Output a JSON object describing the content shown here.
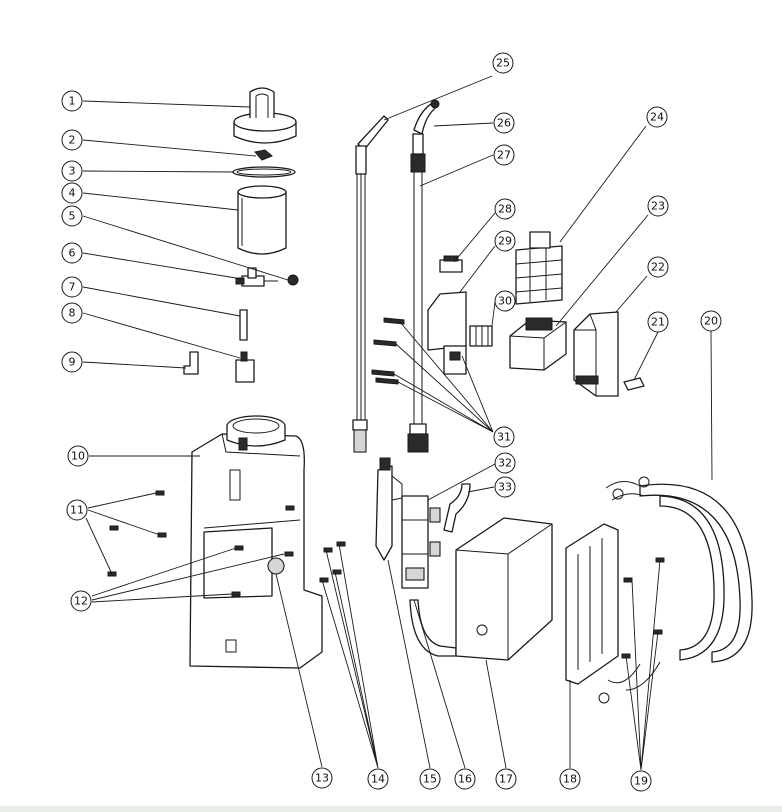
{
  "diagram": {
    "type": "exploded-parts-view",
    "callouts": [
      {
        "id": "c1",
        "label": "1"
      },
      {
        "id": "c2",
        "label": "2"
      },
      {
        "id": "c3",
        "label": "3"
      },
      {
        "id": "c4",
        "label": "4"
      },
      {
        "id": "c5",
        "label": "5"
      },
      {
        "id": "c6",
        "label": "6"
      },
      {
        "id": "c7",
        "label": "7"
      },
      {
        "id": "c8",
        "label": "8"
      },
      {
        "id": "c9",
        "label": "9"
      },
      {
        "id": "c10",
        "label": "10"
      },
      {
        "id": "c11",
        "label": "11"
      },
      {
        "id": "c12",
        "label": "12"
      },
      {
        "id": "c13",
        "label": "13"
      },
      {
        "id": "c14",
        "label": "14"
      },
      {
        "id": "c15",
        "label": "15"
      },
      {
        "id": "c16",
        "label": "16"
      },
      {
        "id": "c17",
        "label": "17"
      },
      {
        "id": "c18",
        "label": "18"
      },
      {
        "id": "c19",
        "label": "19"
      },
      {
        "id": "c20",
        "label": "20"
      },
      {
        "id": "c21",
        "label": "21"
      },
      {
        "id": "c22",
        "label": "22"
      },
      {
        "id": "c23",
        "label": "23"
      },
      {
        "id": "c24",
        "label": "24"
      },
      {
        "id": "c25",
        "label": "25"
      },
      {
        "id": "c26",
        "label": "26"
      },
      {
        "id": "c27",
        "label": "27"
      },
      {
        "id": "c28",
        "label": "28"
      },
      {
        "id": "c29",
        "label": "29"
      },
      {
        "id": "c30",
        "label": "30"
      },
      {
        "id": "c31",
        "label": "31"
      },
      {
        "id": "c32",
        "label": "32"
      },
      {
        "id": "c33",
        "label": "33"
      }
    ]
  }
}
